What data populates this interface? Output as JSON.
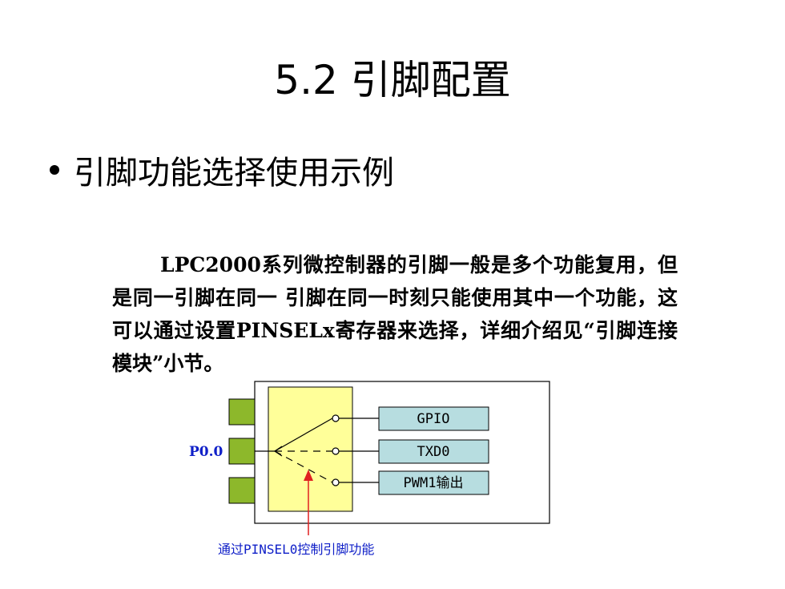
{
  "title": "5.2  引脚配置",
  "bullet": "引脚功能选择使用示例",
  "paragraph": "LPC2000系列微控制器的引脚一般是多个功能复用，但是同一引脚在同一 引脚在同一时刻只能使用其中一个功能，这可以通过设置PINSELx寄存器来选择，详细介绍见“引脚连接模块”小节。",
  "diagram": {
    "pin_label": "P0.0",
    "functions": [
      "GPIO",
      "TXD0",
      "PWM1输出"
    ],
    "control_label": "通过PINSEL0控制引脚功能",
    "colors": {
      "pad": "#8db82b",
      "mux": "#ffff99",
      "function_box": "#b7dde0",
      "pin_label": "#1020c8",
      "control": "#e02020"
    }
  }
}
